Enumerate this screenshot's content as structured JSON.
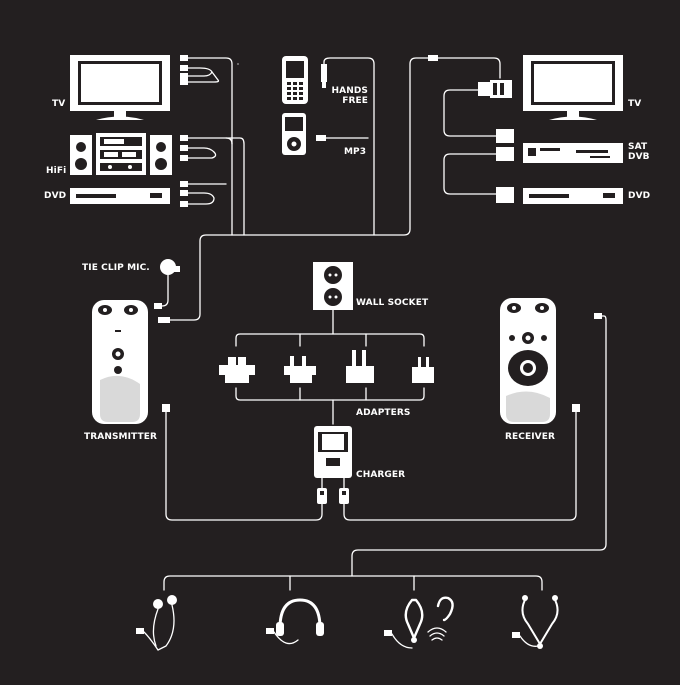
{
  "labels": {
    "tv_left": "TV",
    "hifi": "HiFi",
    "dvd_left": "DVD",
    "hands_free": "HANDS\nFREE",
    "mp3": "MP3",
    "tv_right": "TV",
    "sat_dvb": "SAT\nDVB",
    "dvd_right": "DVD",
    "tie_clip_mic": "TIE CLIP MIC.",
    "wall_socket": "WALL SOCKET",
    "adapters": "ADAPTERS",
    "transmitter": "TRANSMITTER",
    "receiver": "RECEIVER",
    "charger": "CHARGER"
  },
  "colors": {
    "background": "#231f20",
    "foreground": "#ffffff"
  },
  "icons": [
    "tv-icon",
    "hifi-icon",
    "dvd-player-icon",
    "mobile-phone-icon",
    "mp3-player-icon",
    "satellite-receiver-icon",
    "scart-connector-icon",
    "rca-plug-icon",
    "microphone-icon",
    "wall-socket-icon",
    "plug-adapter-icon",
    "transmitter-icon",
    "receiver-icon",
    "charger-icon",
    "usb-plug-icon",
    "earphones-icon",
    "headphones-icon",
    "neckloop-icon",
    "hearing-aid-icon",
    "stethoscope-earphones-icon"
  ]
}
